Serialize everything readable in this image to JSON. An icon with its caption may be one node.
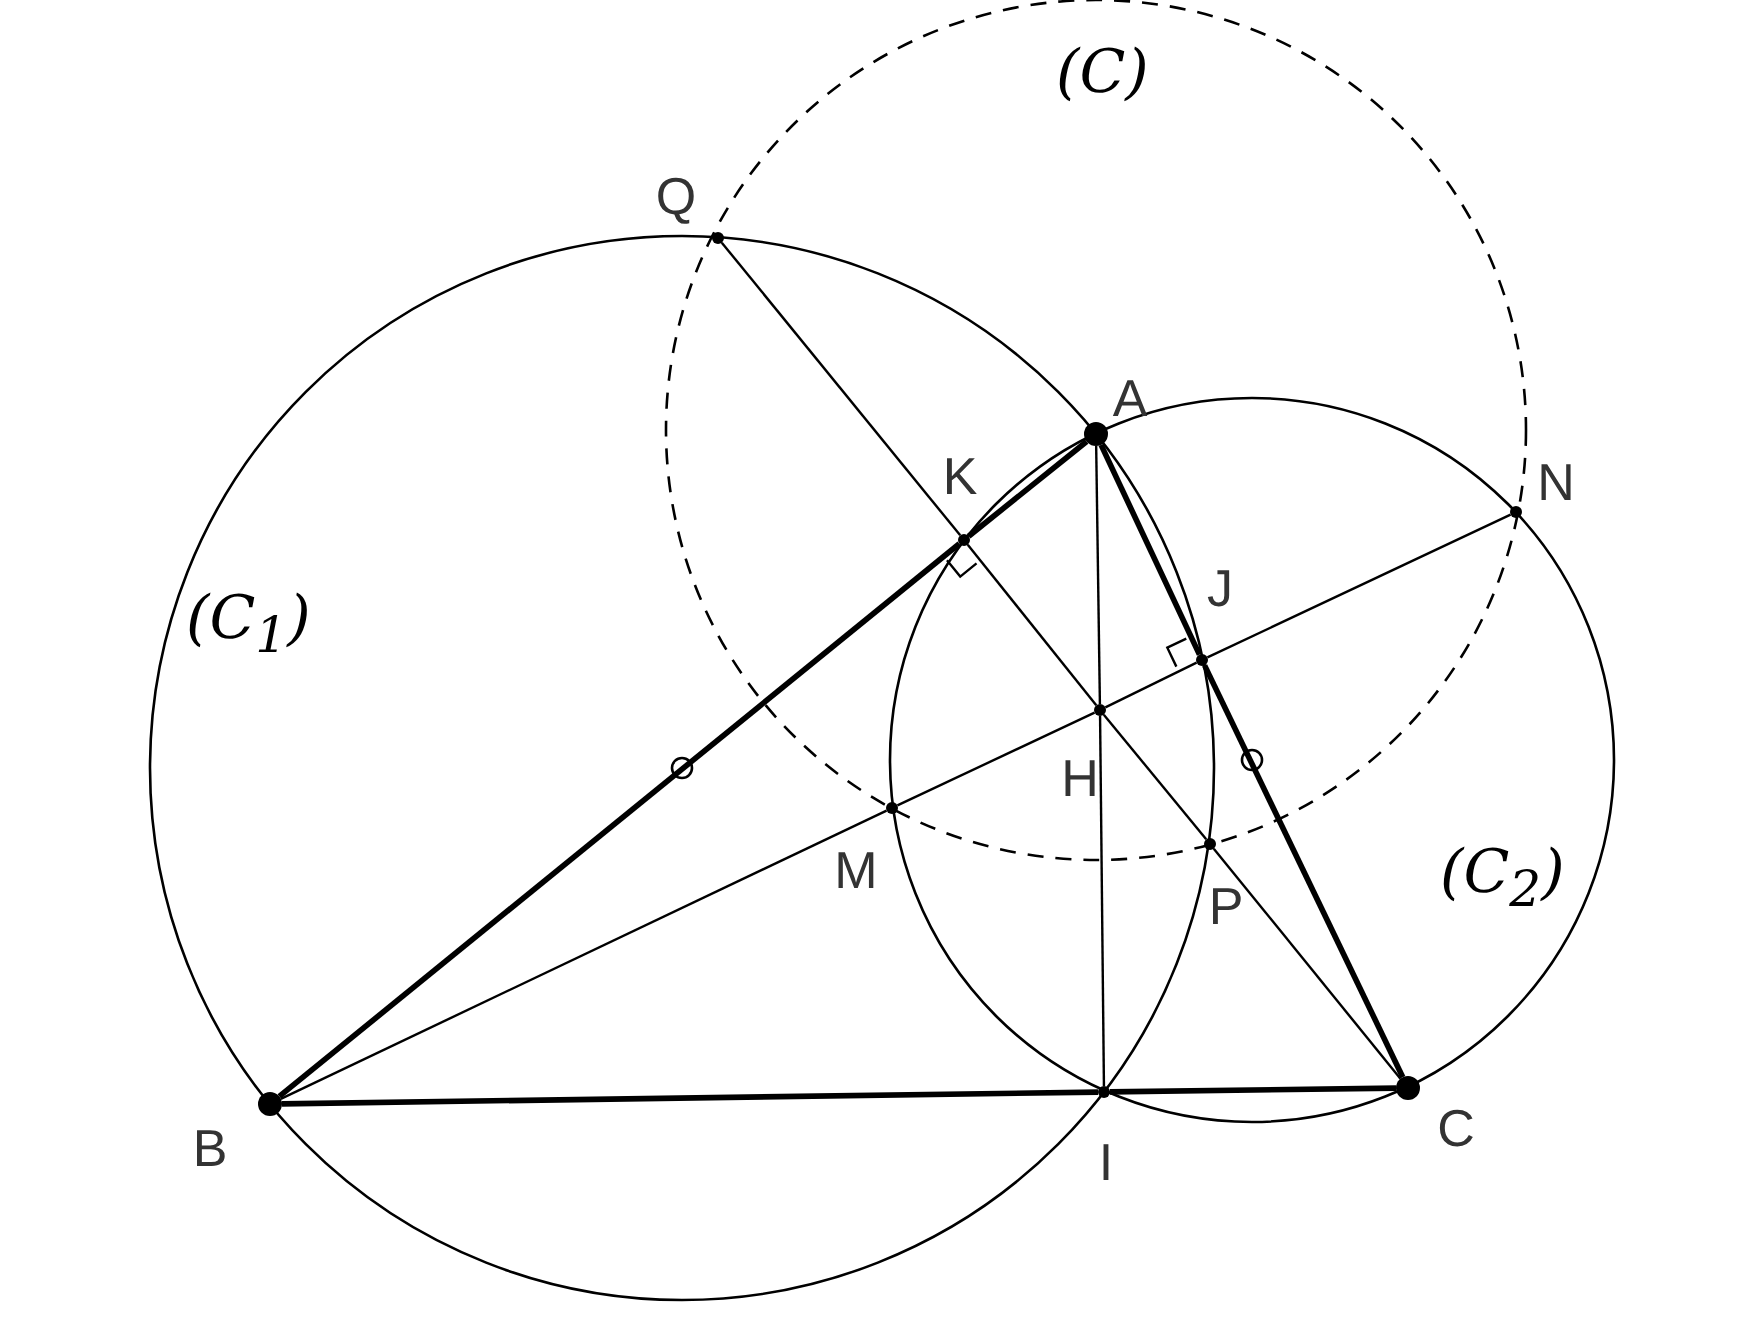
{
  "diagram": {
    "nodes": [
      {
        "text": [
          "Q"
        ]
      },
      {
        "text": [
          "A"
        ]
      },
      {
        "text": [
          "K"
        ]
      },
      {
        "text": [
          "N"
        ]
      },
      {
        "text": [
          "J"
        ]
      },
      {
        "text": [
          "H"
        ]
      },
      {
        "text": [
          "M"
        ]
      },
      {
        "text": [
          "P"
        ]
      },
      {
        "text": [
          "B"
        ]
      },
      {
        "text": [
          "I"
        ]
      },
      {
        "text": [
          "C"
        ]
      }
    ],
    "edges": [
      {
        "from": 1,
        "to": 2,
        "arrow": "none",
        "style": "thick"
      },
      {
        "from": 2,
        "to": 8,
        "arrow": "none",
        "style": "thick"
      },
      {
        "from": 1,
        "to": 4,
        "arrow": "none",
        "style": "thick"
      },
      {
        "from": 4,
        "to": 10,
        "arrow": "none",
        "style": "thick"
      },
      {
        "from": 8,
        "to": 9,
        "arrow": "none",
        "style": "thick"
      },
      {
        "from": 9,
        "to": 10,
        "arrow": "none",
        "style": "thick"
      },
      {
        "from": 0,
        "to": 2,
        "arrow": "none"
      },
      {
        "from": 2,
        "to": 5,
        "arrow": "none"
      },
      {
        "from": 5,
        "to": 7,
        "arrow": "none"
      },
      {
        "from": 7,
        "to": 10,
        "arrow": "none"
      },
      {
        "from": 8,
        "to": 6,
        "arrow": "none"
      },
      {
        "from": 6,
        "to": 5,
        "arrow": "none"
      },
      {
        "from": 5,
        "to": 4,
        "arrow": "none"
      },
      {
        "from": 4,
        "to": 3,
        "arrow": "none"
      },
      {
        "from": 1,
        "to": 5,
        "arrow": "none"
      },
      {
        "from": 5,
        "to": 9,
        "arrow": "none"
      }
    ],
    "labels": [
      "(C)",
      "(C$_{1}$)",
      "(C$_{2}$)"
    ]
  }
}
